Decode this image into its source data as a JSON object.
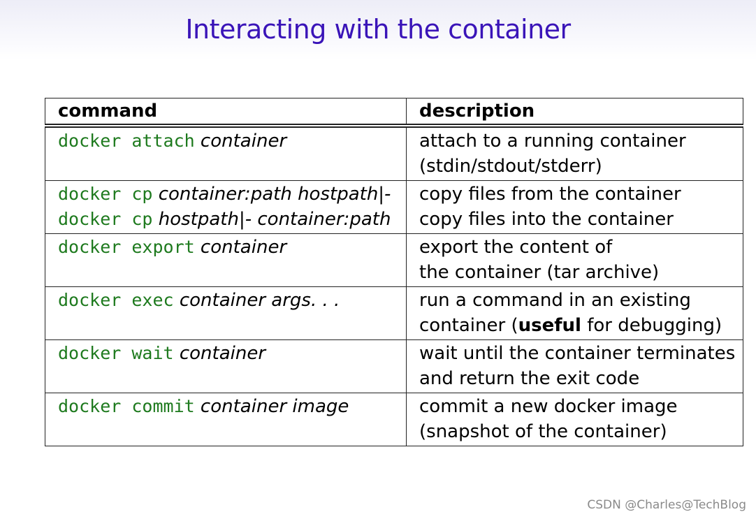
{
  "slide": {
    "title": "Interacting with the container"
  },
  "table": {
    "headers": {
      "command": "command",
      "description": "description"
    },
    "rows": [
      {
        "cmd_lines": [
          {
            "code": "docker attach",
            "args": " container"
          }
        ],
        "desc_lines": [
          {
            "text": "attach to a running container"
          },
          {
            "text": "(stdin/stdout/stderr)"
          }
        ]
      },
      {
        "cmd_lines": [
          {
            "code": "docker cp",
            "args": " container:path hostpath|-"
          },
          {
            "code": "docker cp",
            "args": " hostpath|- container:path"
          }
        ],
        "desc_lines": [
          {
            "text": "copy files from the container"
          },
          {
            "text": "copy files into the container"
          }
        ]
      },
      {
        "cmd_lines": [
          {
            "code": "docker export",
            "args": " container"
          }
        ],
        "desc_lines": [
          {
            "text": "export the content of"
          },
          {
            "text": "the container (tar archive)"
          }
        ]
      },
      {
        "cmd_lines": [
          {
            "code": "docker exec",
            "args": " container args. . ."
          }
        ],
        "desc_lines": [
          {
            "text": "run a command in an existing"
          },
          {
            "pre": "container (",
            "bold": "useful",
            "post": " for debugging)"
          }
        ]
      },
      {
        "cmd_lines": [
          {
            "code": "docker wait",
            "args": " container"
          }
        ],
        "desc_lines": [
          {
            "text": "wait until the container terminates"
          },
          {
            "text": "and return the exit code"
          }
        ]
      },
      {
        "cmd_lines": [
          {
            "code": "docker commit",
            "args": " container image"
          }
        ],
        "desc_lines": [
          {
            "text": "commit a new docker image"
          },
          {
            "text": "(snapshot of the container)"
          }
        ]
      }
    ]
  },
  "watermark": "CSDN @Charles@TechBlog"
}
